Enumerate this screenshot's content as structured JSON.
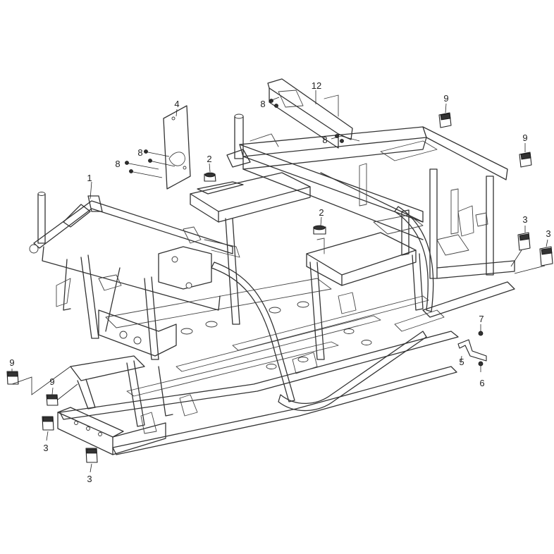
{
  "callouts": [
    {
      "id": "c1",
      "label": "1"
    },
    {
      "id": "c2a",
      "label": "2"
    },
    {
      "id": "c2b",
      "label": "2"
    },
    {
      "id": "c3a",
      "label": "3"
    },
    {
      "id": "c3b",
      "label": "3"
    },
    {
      "id": "c3c",
      "label": "3"
    },
    {
      "id": "c3d",
      "label": "3"
    },
    {
      "id": "c4",
      "label": "4"
    },
    {
      "id": "c5",
      "label": "5"
    },
    {
      "id": "c6",
      "label": "6"
    },
    {
      "id": "c7",
      "label": "7"
    },
    {
      "id": "c8a",
      "label": "8"
    },
    {
      "id": "c8b",
      "label": "8"
    },
    {
      "id": "c8c",
      "label": "8"
    },
    {
      "id": "c8d",
      "label": "8"
    },
    {
      "id": "c9a",
      "label": "9"
    },
    {
      "id": "c9b",
      "label": "9"
    },
    {
      "id": "c9c",
      "label": "9"
    },
    {
      "id": "c9d",
      "label": "9"
    },
    {
      "id": "c12",
      "label": "12"
    }
  ]
}
